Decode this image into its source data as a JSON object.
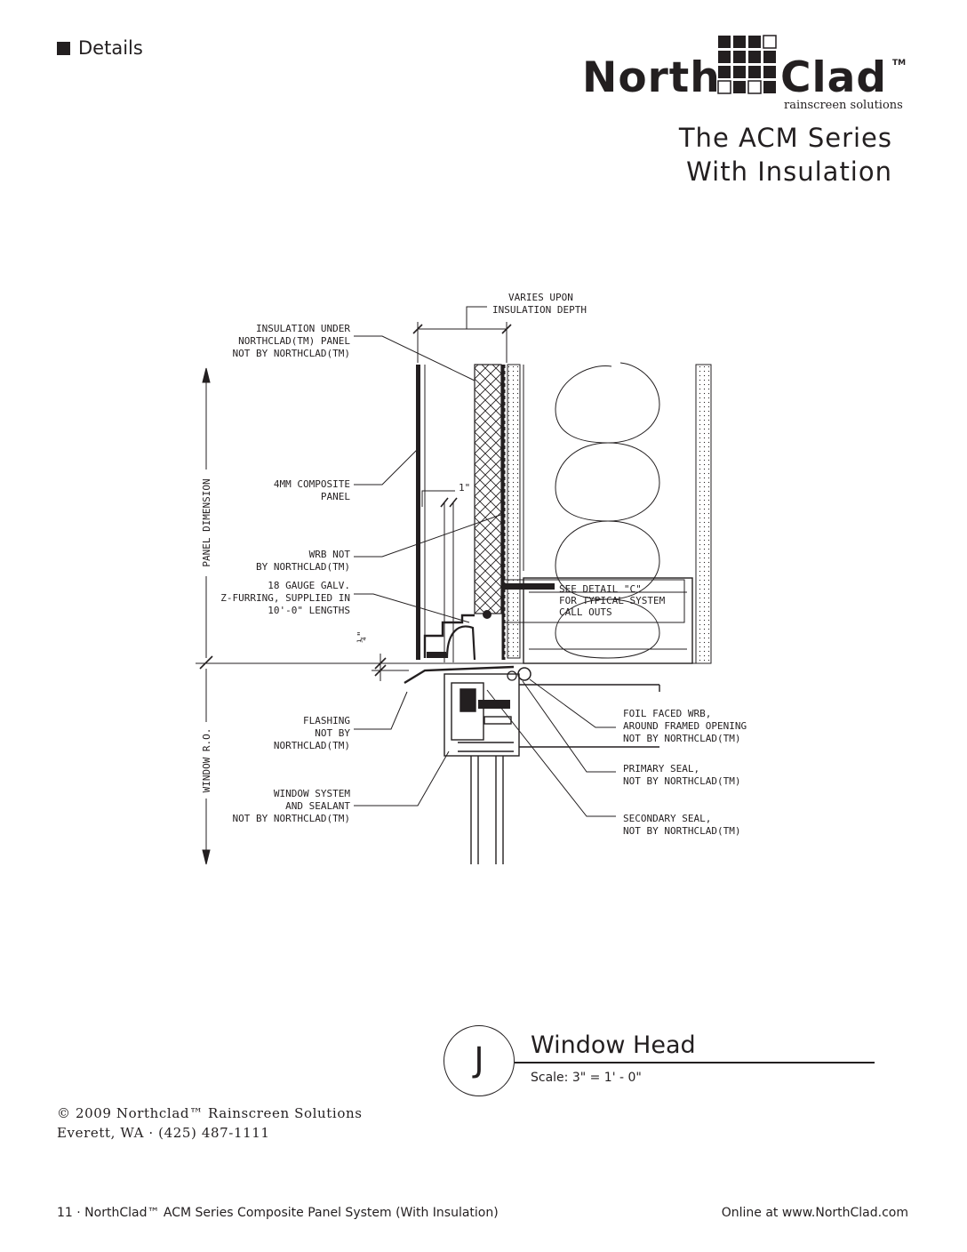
{
  "section": {
    "label": "Details"
  },
  "logo": {
    "word_left": "North",
    "word_right": "Clad",
    "trademark": "TM",
    "tagline": "rainscreen solutions"
  },
  "series": {
    "line1": "The ACM Series",
    "line2": "With Insulation"
  },
  "callouts": {
    "varies_1": "VARIES UPON",
    "varies_2": "INSULATION DEPTH",
    "insul_1": "INSULATION UNDER",
    "insul_2": "NORTHCLAD(TM) PANEL",
    "insul_3": "NOT BY NORTHCLAD(TM)",
    "panel_1": "4MM COMPOSITE",
    "panel_2": "PANEL",
    "one_inch": "1\"",
    "wrb_1": "WRB NOT",
    "wrb_2": "BY NORTHCLAD(TM)",
    "zf_1": "18 GAUGE GALV.",
    "zf_2": "Z-FURRING, SUPPLIED IN",
    "zf_3": "10'-0\" LENGTHS",
    "see_1": "SEE DETAIL \"C\"",
    "see_2": "FOR TYPICAL SYSTEM",
    "see_3": "CALL OUTS",
    "quarter": "¼\"",
    "flash_1": "FLASHING",
    "flash_2": "NOT BY",
    "flash_3": "NORTHCLAD(TM)",
    "win_1": "WINDOW SYSTEM",
    "win_2": "AND SEALANT",
    "win_3": "NOT BY NORTHCLAD(TM)",
    "foil_1": "FOIL FACED WRB,",
    "foil_2": "AROUND FRAMED OPENING",
    "foil_3": "NOT BY NORTHCLAD(TM)",
    "prim_1": "PRIMARY SEAL,",
    "prim_2": "NOT BY NORTHCLAD(TM)",
    "sec_1": "SECONDARY SEAL,",
    "sec_2": "NOT BY NORTHCLAD(TM)",
    "dim_panel": "PANEL DIMENSION",
    "dim_window": "WINDOW R.O."
  },
  "detail": {
    "letter": "J",
    "title": "Window Head",
    "scale": "Scale: 3\" = 1' - 0\""
  },
  "copyright": {
    "line1": "© 2009 Northclad™ Rainscreen Solutions",
    "line2": "Everett, WA · (425) 487-1111"
  },
  "footer": {
    "left": "11 · NorthClad™ ACM Series Composite Panel System (With Insulation)",
    "right": "Online at www.NorthClad.com"
  },
  "colors": {
    "ink": "#231f20",
    "paper": "#ffffff"
  }
}
